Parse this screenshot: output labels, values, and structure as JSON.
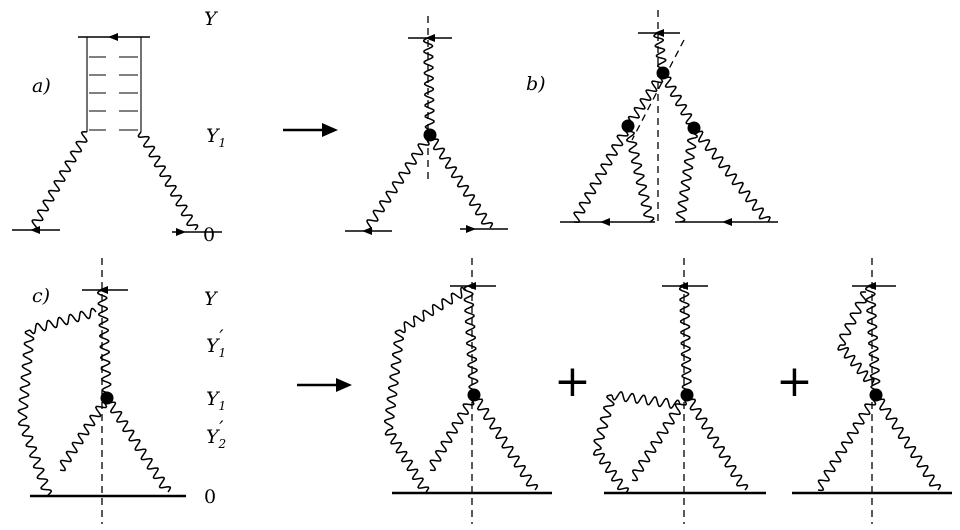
{
  "panels": {
    "a": "a)",
    "b": "b)",
    "c": "c)"
  },
  "rapidity_labels_top": {
    "Y": "Y",
    "Y1": "Y",
    "Y1_sub": "1",
    "zero": "0"
  },
  "rapidity_labels_bottom": {
    "Y": "Y",
    "Y1p": "Y",
    "Y1p_sub": "1",
    "Y1p_prime": "′",
    "Y1": "Y",
    "Y1_sub": "1",
    "Y2p": "Y",
    "Y2p_sub": "2",
    "Y2p_prime": "′",
    "zero": "0"
  },
  "operators": {
    "plus1": "+",
    "plus2": "+"
  },
  "colors": {
    "ink": "#000000",
    "background": "#ffffff"
  }
}
